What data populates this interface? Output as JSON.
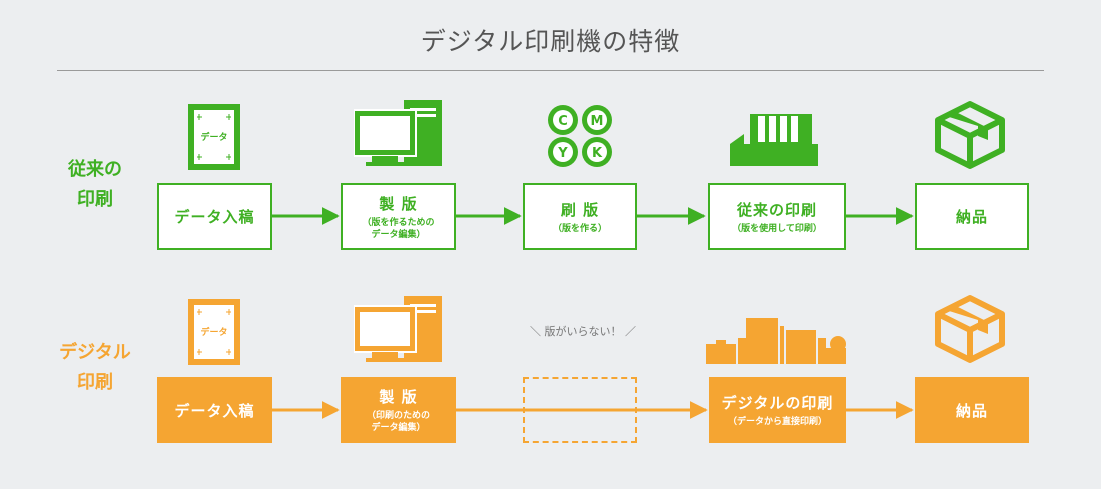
{
  "title": "デジタル印刷機の特徴",
  "colors": {
    "conventional": "#3fb023",
    "digital": "#f5a532",
    "background": "#eceef0"
  },
  "conventional": {
    "label": "従来の\n印刷",
    "icons": [
      "data-sheet-icon",
      "computer-icon",
      "cmyk-plates-icon",
      "offset-press-icon",
      "package-box-icon"
    ],
    "data_sheet_text": "データ",
    "cmyk": [
      "C",
      "M",
      "Y",
      "K"
    ],
    "steps": [
      {
        "main": "データ入稿",
        "sub": ""
      },
      {
        "main": "製 版",
        "sub": "（版を作るための\nデータ編集）"
      },
      {
        "main": "刷 版",
        "sub": "（版を作る）"
      },
      {
        "main": "従来の印刷",
        "sub": "（版を使用して印刷）"
      },
      {
        "main": "納品",
        "sub": ""
      }
    ]
  },
  "digital": {
    "label": "デジタル\n印刷",
    "icons": [
      "data-sheet-icon",
      "computer-icon",
      "digital-press-icon",
      "package-box-icon"
    ],
    "data_sheet_text": "データ",
    "no_plate_note": "＼ 版がいらない！ ／",
    "steps": [
      {
        "main": "データ入稿",
        "sub": ""
      },
      {
        "main": "製 版",
        "sub": "（印刷のための\nデータ編集）"
      },
      {
        "main": "",
        "sub": ""
      },
      {
        "main": "デジタルの印刷",
        "sub": "（データから直接印刷）"
      },
      {
        "main": "納品",
        "sub": ""
      }
    ]
  }
}
